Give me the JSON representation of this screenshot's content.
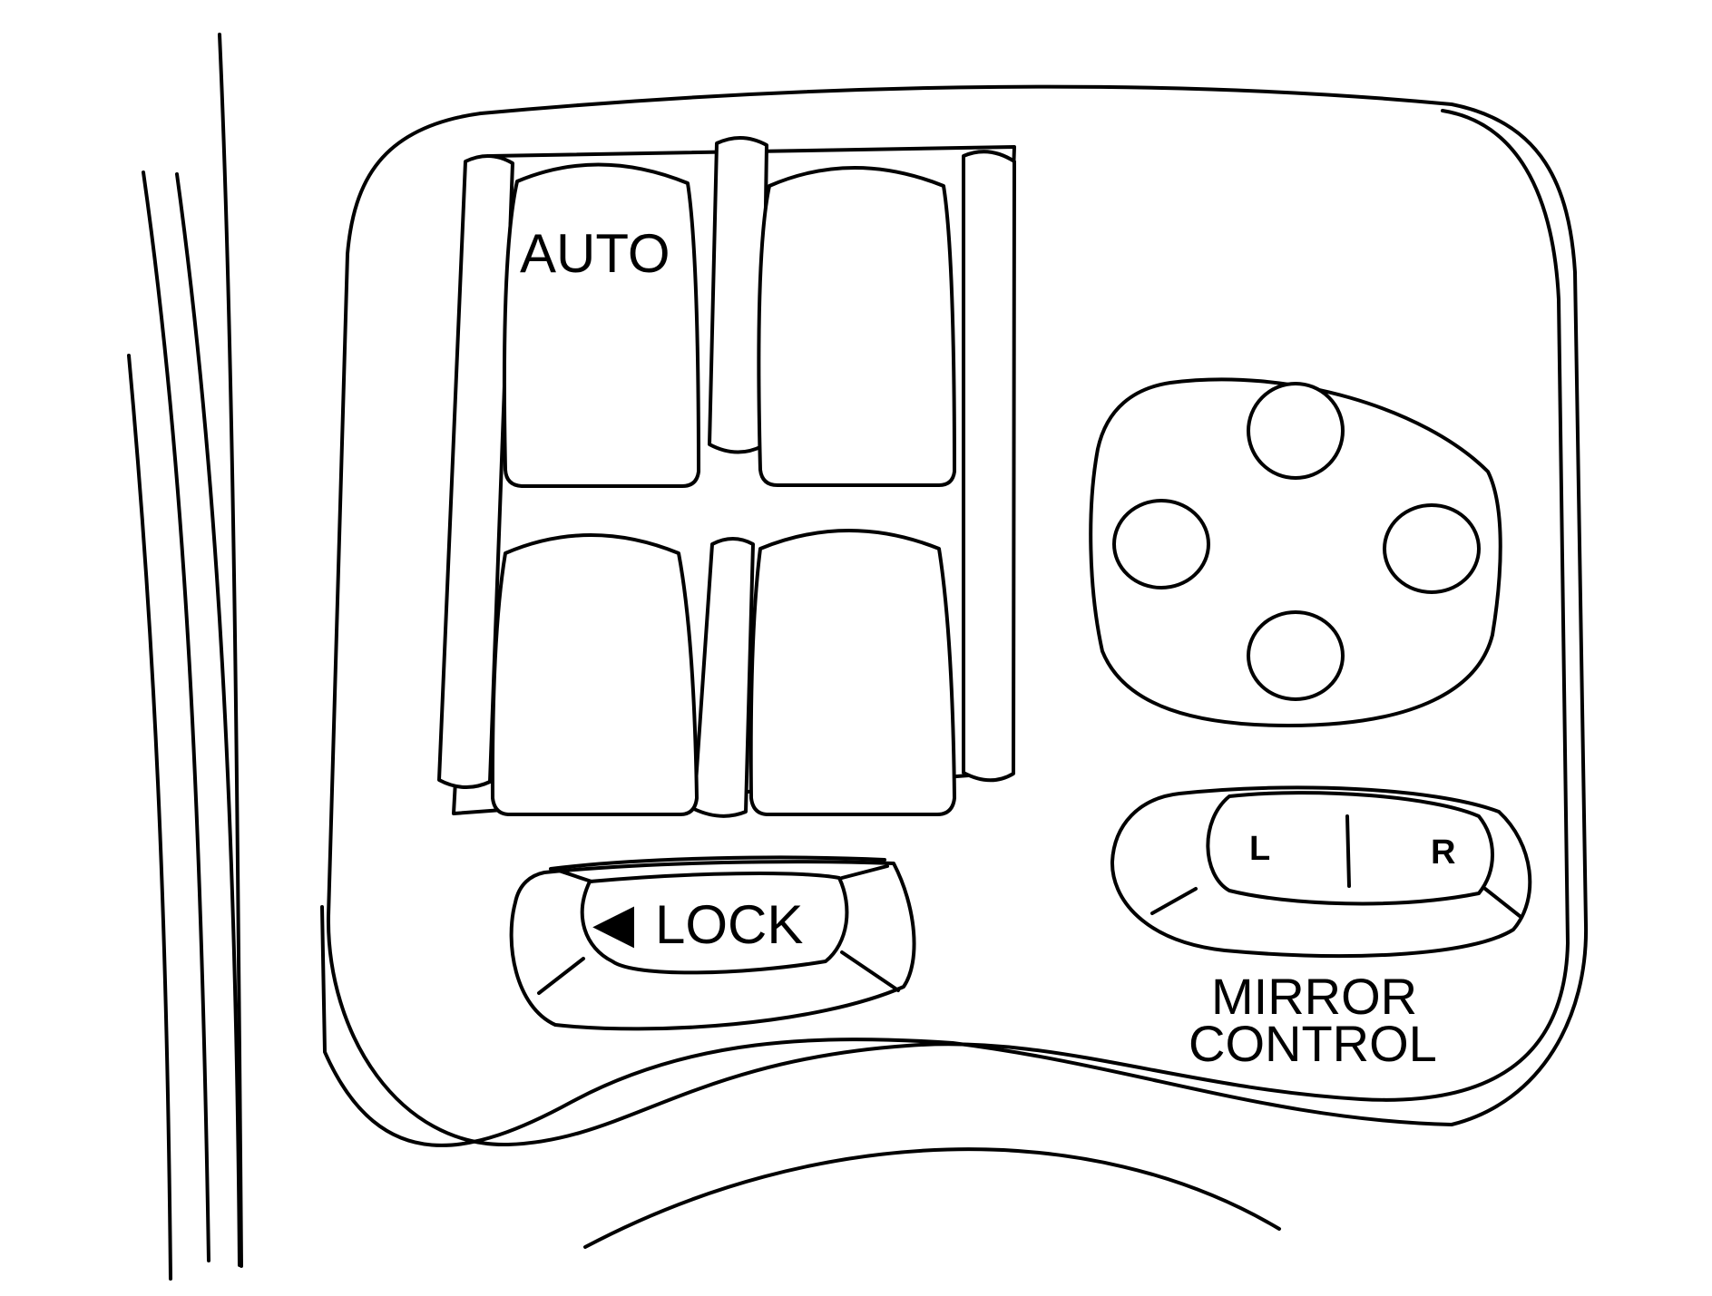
{
  "labels": {
    "auto": "AUTO",
    "lock": "LOCK",
    "lock_arrow": "◀",
    "mirror_left": "L",
    "mirror_right": "R",
    "mirror_control_line1": "MIRROR",
    "mirror_control_line2": "CONTROL"
  },
  "colors": {
    "line": "#000000",
    "background": "#ffffff"
  },
  "icons": {
    "lock_arrow": "left-triangle"
  }
}
